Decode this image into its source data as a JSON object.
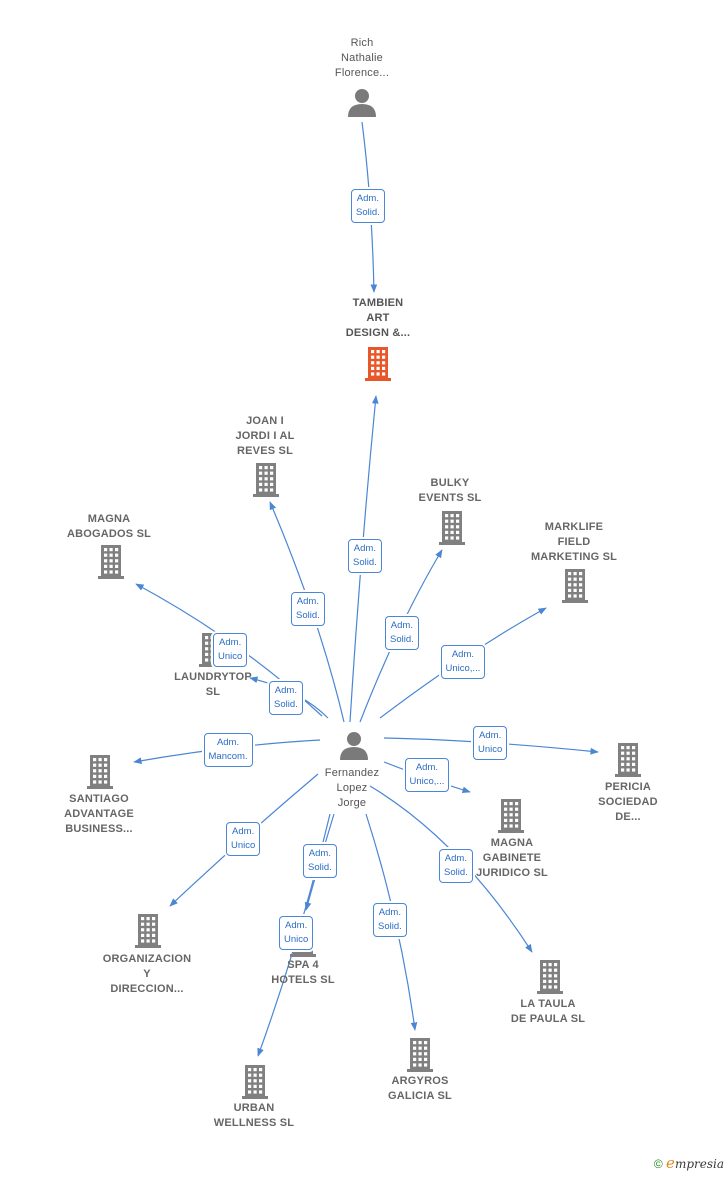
{
  "colors": {
    "edge": "#4a86d4",
    "node": "#808080",
    "focus": "#e8572a",
    "person": "#7a7a7a"
  },
  "nodes": [
    {
      "id": "rich",
      "type": "person",
      "label": "Rich\nNathalie\nFlorence..."
    },
    {
      "id": "tambien",
      "type": "focus",
      "label": "TAMBIEN\nART\nDESIGN &..."
    },
    {
      "id": "fernandez",
      "type": "person",
      "label": "Fernandez\nLopez\nJorge"
    },
    {
      "id": "joan",
      "type": "company",
      "label": "JOAN I\nJORDI I AL\nREVES SL"
    },
    {
      "id": "bulky",
      "type": "company",
      "label": "BULKY\nEVENTS SL"
    },
    {
      "id": "marklife",
      "type": "company",
      "label": "MARKLIFE\nFIELD\nMARKETING SL"
    },
    {
      "id": "magna_abog",
      "type": "company",
      "label": "MAGNA\nABOGADOS SL"
    },
    {
      "id": "laundrytop",
      "type": "company",
      "label": "LAUNDRYTOP\nSL"
    },
    {
      "id": "santiago",
      "type": "company",
      "label": "SANTIAGO\nADVANTAGE\nBUSINESS..."
    },
    {
      "id": "pericia",
      "type": "company",
      "label": "PERICIA\nSOCIEDAD\nDE..."
    },
    {
      "id": "magna_gab",
      "type": "company",
      "label": "MAGNA\nGABINETE\nJURIDICO SL"
    },
    {
      "id": "organizacion",
      "type": "company",
      "label": "ORGANIZACION\nY\nDIRECCION..."
    },
    {
      "id": "spa4",
      "type": "company",
      "label": "SPA 4\nHOTELS SL"
    },
    {
      "id": "lataula",
      "type": "company",
      "label": "LA TAULA\nDE PAULA SL"
    },
    {
      "id": "argyros",
      "type": "company",
      "label": "ARGYROS\nGALICIA SL"
    },
    {
      "id": "urban",
      "type": "company",
      "label": "URBAN\nWELLNESS SL"
    }
  ],
  "edges": [
    {
      "from": "rich",
      "to": "tambien",
      "label": "Adm.\nSolid."
    },
    {
      "from": "fernandez",
      "to": "tambien",
      "label": "Adm.\nSolid."
    },
    {
      "from": "fernandez",
      "to": "joan",
      "label": "Adm.\nSolid."
    },
    {
      "from": "fernandez",
      "to": "bulky",
      "label": "Adm.\nSolid."
    },
    {
      "from": "fernandez",
      "to": "marklife",
      "label": "Adm.\nUnico,..."
    },
    {
      "from": "fernandez",
      "to": "magna_abog",
      "label": "Adm.\nUnico"
    },
    {
      "from": "fernandez",
      "to": "laundrytop",
      "label": "Adm.\nSolid."
    },
    {
      "from": "fernandez",
      "to": "santiago",
      "label": "Adm.\nMancom."
    },
    {
      "from": "fernandez",
      "to": "pericia",
      "label": "Adm.\nUnico"
    },
    {
      "from": "fernandez",
      "to": "magna_gab",
      "label": "Adm.\nUnico,..."
    },
    {
      "from": "fernandez",
      "to": "organizacion",
      "label": "Adm.\nUnico"
    },
    {
      "from": "fernandez",
      "to": "spa4",
      "label": "Adm.\nSolid."
    },
    {
      "from": "fernandez",
      "to": "lataula",
      "label": "Adm.\nSolid."
    },
    {
      "from": "fernandez",
      "to": "argyros",
      "label": "Adm.\nSolid."
    },
    {
      "from": "fernandez",
      "to": "urban",
      "label": "Adm.\nUnico"
    }
  ],
  "footer": {
    "copyright_symbol": "©",
    "brand_initial": "e",
    "brand_rest": "mpresia"
  }
}
